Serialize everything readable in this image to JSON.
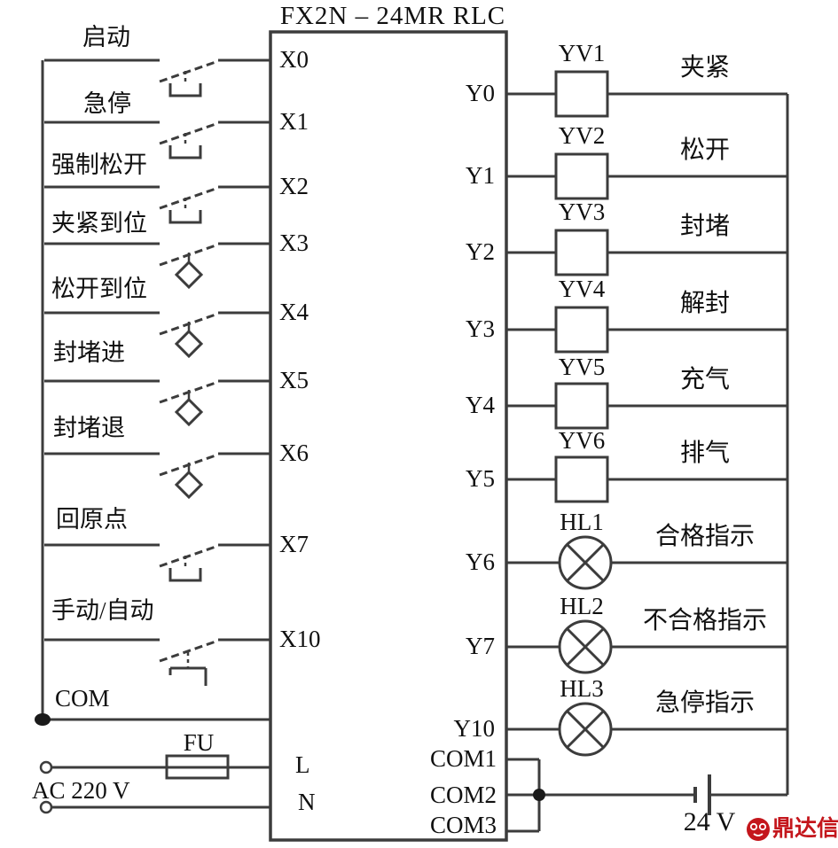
{
  "title": "FX2N – 24MR RLC",
  "inputs": [
    {
      "terminal": "X0",
      "label": "启动",
      "operator": "pushbutton"
    },
    {
      "terminal": "X1",
      "label": "急停",
      "operator": "pushbutton"
    },
    {
      "terminal": "X2",
      "label": "强制松开",
      "operator": "pushbutton"
    },
    {
      "terminal": "X3",
      "label": "夹紧到位",
      "operator": "limit-switch"
    },
    {
      "terminal": "X4",
      "label": "松开到位",
      "operator": "limit-switch"
    },
    {
      "terminal": "X5",
      "label": "封堵进",
      "operator": "limit-switch"
    },
    {
      "terminal": "X6",
      "label": "封堵退",
      "operator": "limit-switch"
    },
    {
      "terminal": "X7",
      "label": "回原点",
      "operator": "pushbutton"
    },
    {
      "terminal": "X10",
      "label": "手动/自动",
      "operator": "selector-switch"
    }
  ],
  "outputs": [
    {
      "terminal": "Y0",
      "device": "YV1",
      "label": "夹紧",
      "type": "solenoid-valve"
    },
    {
      "terminal": "Y1",
      "device": "YV2",
      "label": "松开",
      "type": "solenoid-valve"
    },
    {
      "terminal": "Y2",
      "device": "YV3",
      "label": "封堵",
      "type": "solenoid-valve"
    },
    {
      "terminal": "Y3",
      "device": "YV4",
      "label": "解封",
      "type": "solenoid-valve"
    },
    {
      "terminal": "Y4",
      "device": "YV5",
      "label": "充气",
      "type": "solenoid-valve"
    },
    {
      "terminal": "Y5",
      "device": "YV6",
      "label": "排气",
      "type": "solenoid-valve"
    },
    {
      "terminal": "Y6",
      "device": "HL1",
      "label": "合格指示",
      "type": "indicator-lamp"
    },
    {
      "terminal": "Y7",
      "device": "HL2",
      "label": "不合格指示",
      "type": "indicator-lamp"
    },
    {
      "terminal": "Y10",
      "device": "HL3",
      "label": "急停指示",
      "type": "indicator-lamp"
    }
  ],
  "plc": {
    "com_label": "COM",
    "l_label": "L",
    "n_label": "N",
    "com1": "COM1",
    "com2": "COM2",
    "com3": "COM3"
  },
  "power": {
    "fuse_label": "FU",
    "ac_label": "AC 220 V",
    "dc_label": "24 V"
  },
  "watermark": {
    "text": "鼎达信"
  },
  "colors": {
    "line": "#3c3c3c",
    "text": "#101010",
    "logo_red": "#c4161c"
  }
}
